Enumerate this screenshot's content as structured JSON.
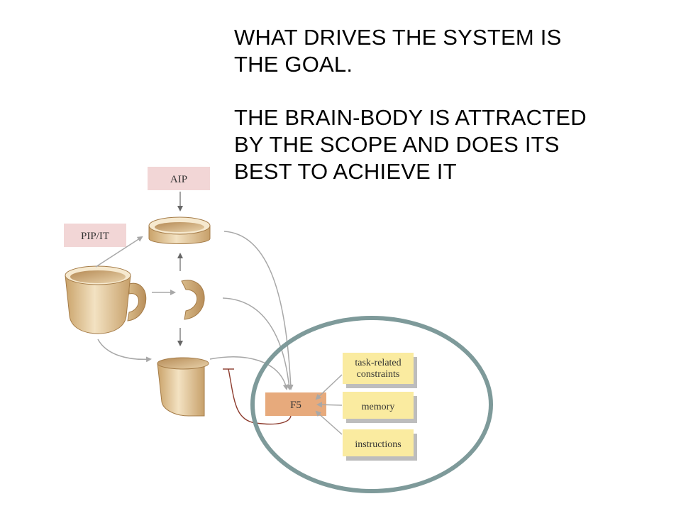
{
  "headline": {
    "paragraph1": [
      "WHAT DRIVES THE SYSTEM IS",
      "THE GOAL."
    ],
    "paragraph2": [
      "THE BRAIN-BODY IS ATTRACTED",
      "BY THE SCOPE AND DOES ITS",
      "BEST TO ACHIEVE IT"
    ]
  },
  "diagram": {
    "region_labels": {
      "aip": "AIP",
      "pip": "PIP/IT",
      "f5": "F5"
    },
    "constraint_boxes": {
      "task_line1": "task-related",
      "task_line2": "constraints",
      "memory": "memory",
      "instructions": "instructions"
    },
    "colors": {
      "label_pink": "#f2d6d6",
      "f5_orange": "#e7aa7c",
      "constraint_yellow": "#faeba0",
      "ellipse_outline": "#7e9a9a",
      "arrow_gray": "#a8a8a8",
      "cup_body": "#e8cfa2",
      "dark_red": "#8c3a2c"
    },
    "icons": [
      "coffee-cup-icon",
      "cup-rim-icon",
      "cup-handle-icon",
      "cup-body-icon"
    ]
  }
}
